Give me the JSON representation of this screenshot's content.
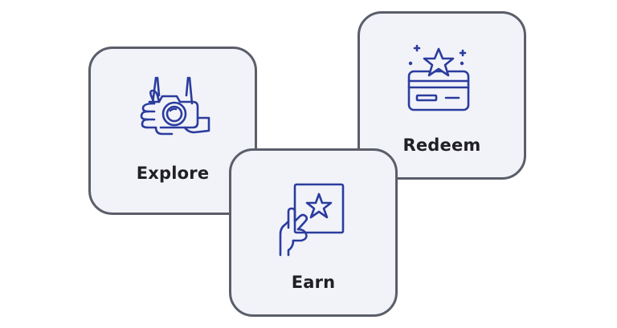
{
  "cards": {
    "explore": {
      "label": "Explore",
      "icon": "camera-hand-icon"
    },
    "redeem": {
      "label": "Redeem",
      "icon": "card-star-icon"
    },
    "earn": {
      "label": "Earn",
      "icon": "hand-star-card-icon"
    }
  },
  "colors": {
    "icon_stroke": "#2b3c9e",
    "card_background": "#f2f3f9",
    "card_border": "#5b5e69",
    "label_text": "#1f1f24"
  }
}
